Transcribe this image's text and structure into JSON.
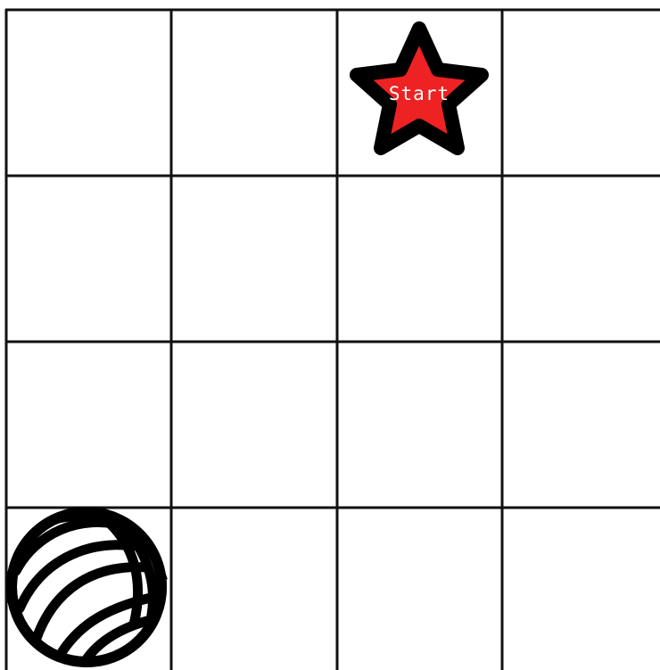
{
  "board": {
    "rows": 4,
    "visible_columns": 4,
    "line_color": "#111111",
    "background": "#ffffff"
  },
  "pieces": {
    "start_marker": {
      "icon": "star-icon",
      "label": "Start",
      "fill_color": "#ee2222",
      "outline_color": "#000000",
      "row": 1,
      "column": 3
    },
    "ball": {
      "icon": "volleyball-icon",
      "fill_color": "#ffffff",
      "outline_color": "#000000",
      "row": 4,
      "column": 1
    }
  }
}
